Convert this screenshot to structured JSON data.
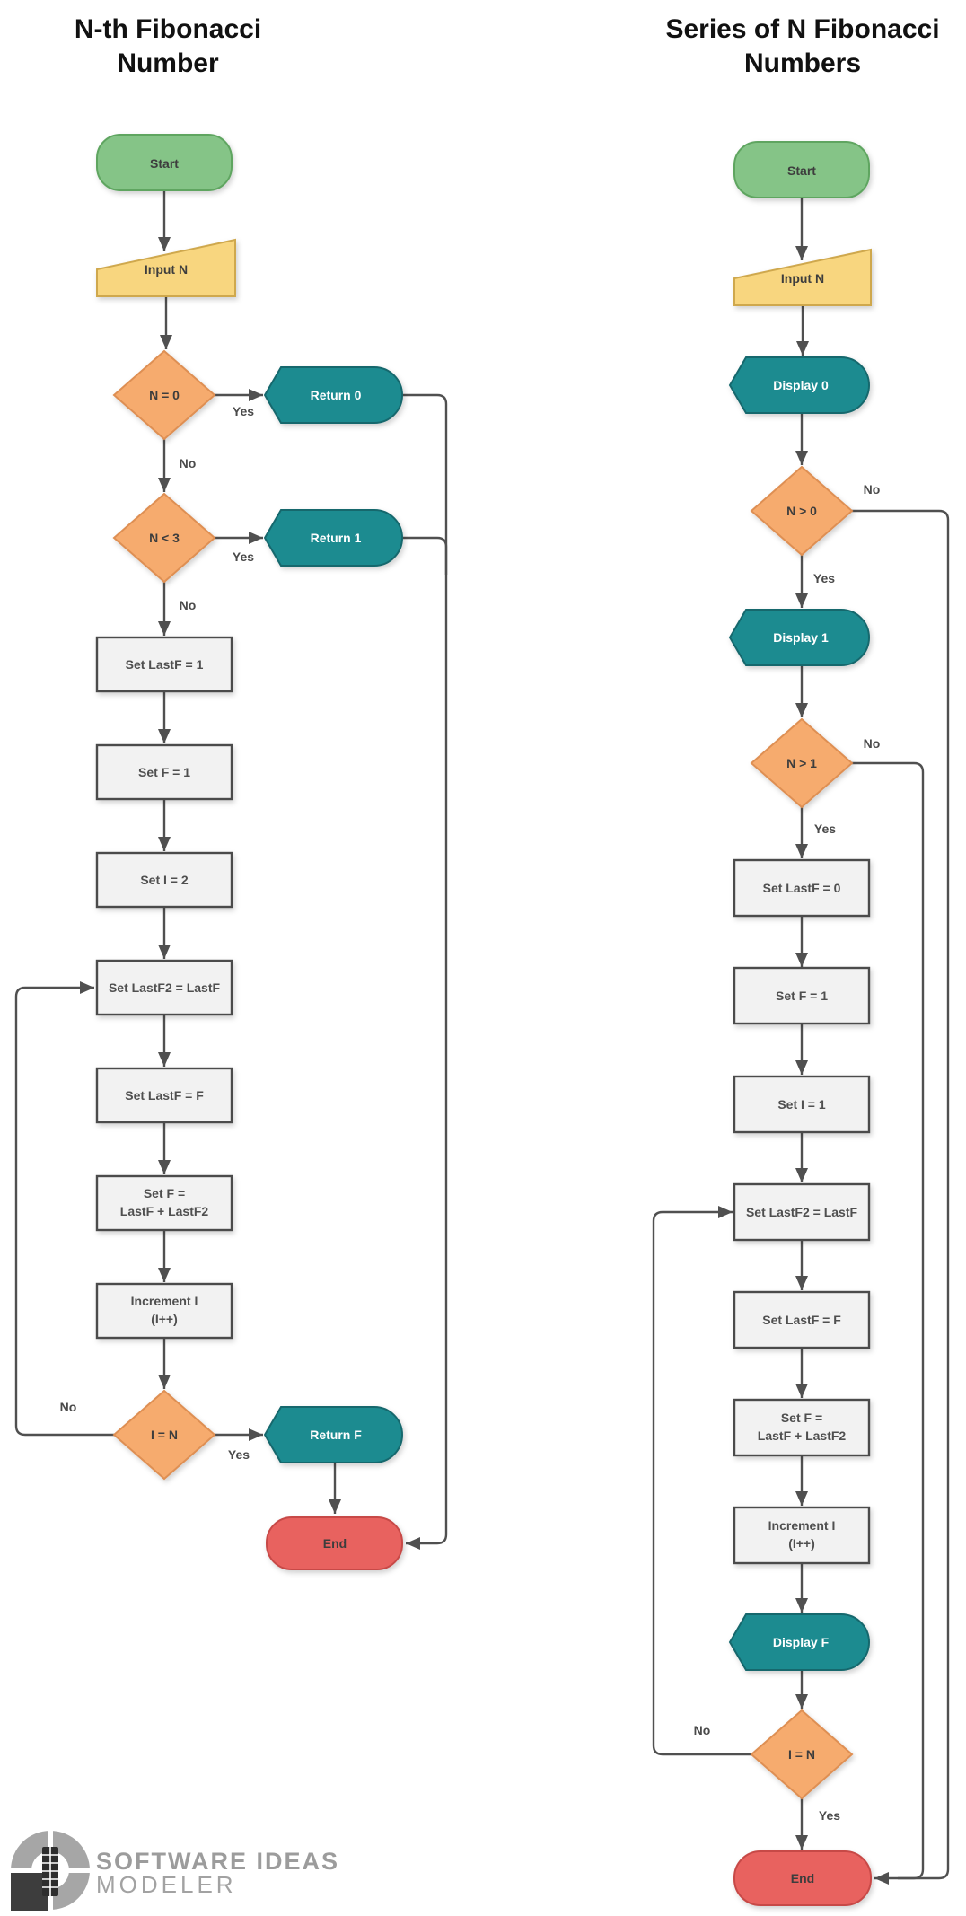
{
  "labels": {
    "yes": "Yes",
    "no": "No"
  },
  "left": {
    "title_line1": "N-th Fibonacci",
    "title_line2": "Number",
    "nodes": {
      "start": "Start",
      "input": "Input N",
      "cond_n_eq_0": "N = 0",
      "return_0": "Return 0",
      "cond_n_lt_3": "N < 3",
      "return_1": "Return 1",
      "set_lastf_1": "Set LastF = 1",
      "set_f_1": "Set F = 1",
      "set_i_2": "Set I = 2",
      "set_lastf2_lastf": "Set LastF2 = LastF",
      "set_lastf_f": "Set LastF = F",
      "set_f_sum_line1": "Set F =",
      "set_f_sum_line2": "LastF + LastF2",
      "increment_line1": "Increment I",
      "increment_line2": "(I++)",
      "cond_i_eq_n": "I = N",
      "return_f": "Return F",
      "end": "End"
    }
  },
  "right": {
    "title_line1": "Series of N Fibonacci",
    "title_line2": "Numbers",
    "nodes": {
      "start": "Start",
      "input": "Input N",
      "display_0": "Display 0",
      "cond_n_gt_0": "N > 0",
      "display_1": "Display 1",
      "cond_n_gt_1": "N > 1",
      "set_lastf_0": "Set LastF = 0",
      "set_f_1": "Set F = 1",
      "set_i_1": "Set I = 1",
      "set_lastf2_lastf": "Set LastF2 = LastF",
      "set_lastf_f": "Set LastF = F",
      "set_f_sum_line1": "Set F =",
      "set_f_sum_line2": "LastF + LastF2",
      "increment_line1": "Increment I",
      "increment_line2": "(I++)",
      "display_f": "Display F",
      "cond_i_eq_n": "I = N",
      "end": "End"
    }
  },
  "logo": {
    "line1": "SOFTWARE IDEAS",
    "line2": "MODELER"
  },
  "palette": {
    "start_fill": "#85c487",
    "start_stroke": "#5ea561",
    "input_fill": "#f8d67f",
    "input_stroke": "#cfa84e",
    "decision_fill": "#f6ab6e",
    "decision_stroke": "#de8f53",
    "display_fill": "#1d8b90",
    "display_stroke": "#14686d",
    "process_fill": "#f2f2f2",
    "process_stroke": "#4c4c4c",
    "end_fill": "#e8625f",
    "end_stroke": "#c74946",
    "connector": "#505050",
    "branch_label": "#4a4a4a",
    "logo_gray": "#a6a6a6",
    "logo_dark": "#3d3d3d",
    "background": "#ffffff"
  }
}
